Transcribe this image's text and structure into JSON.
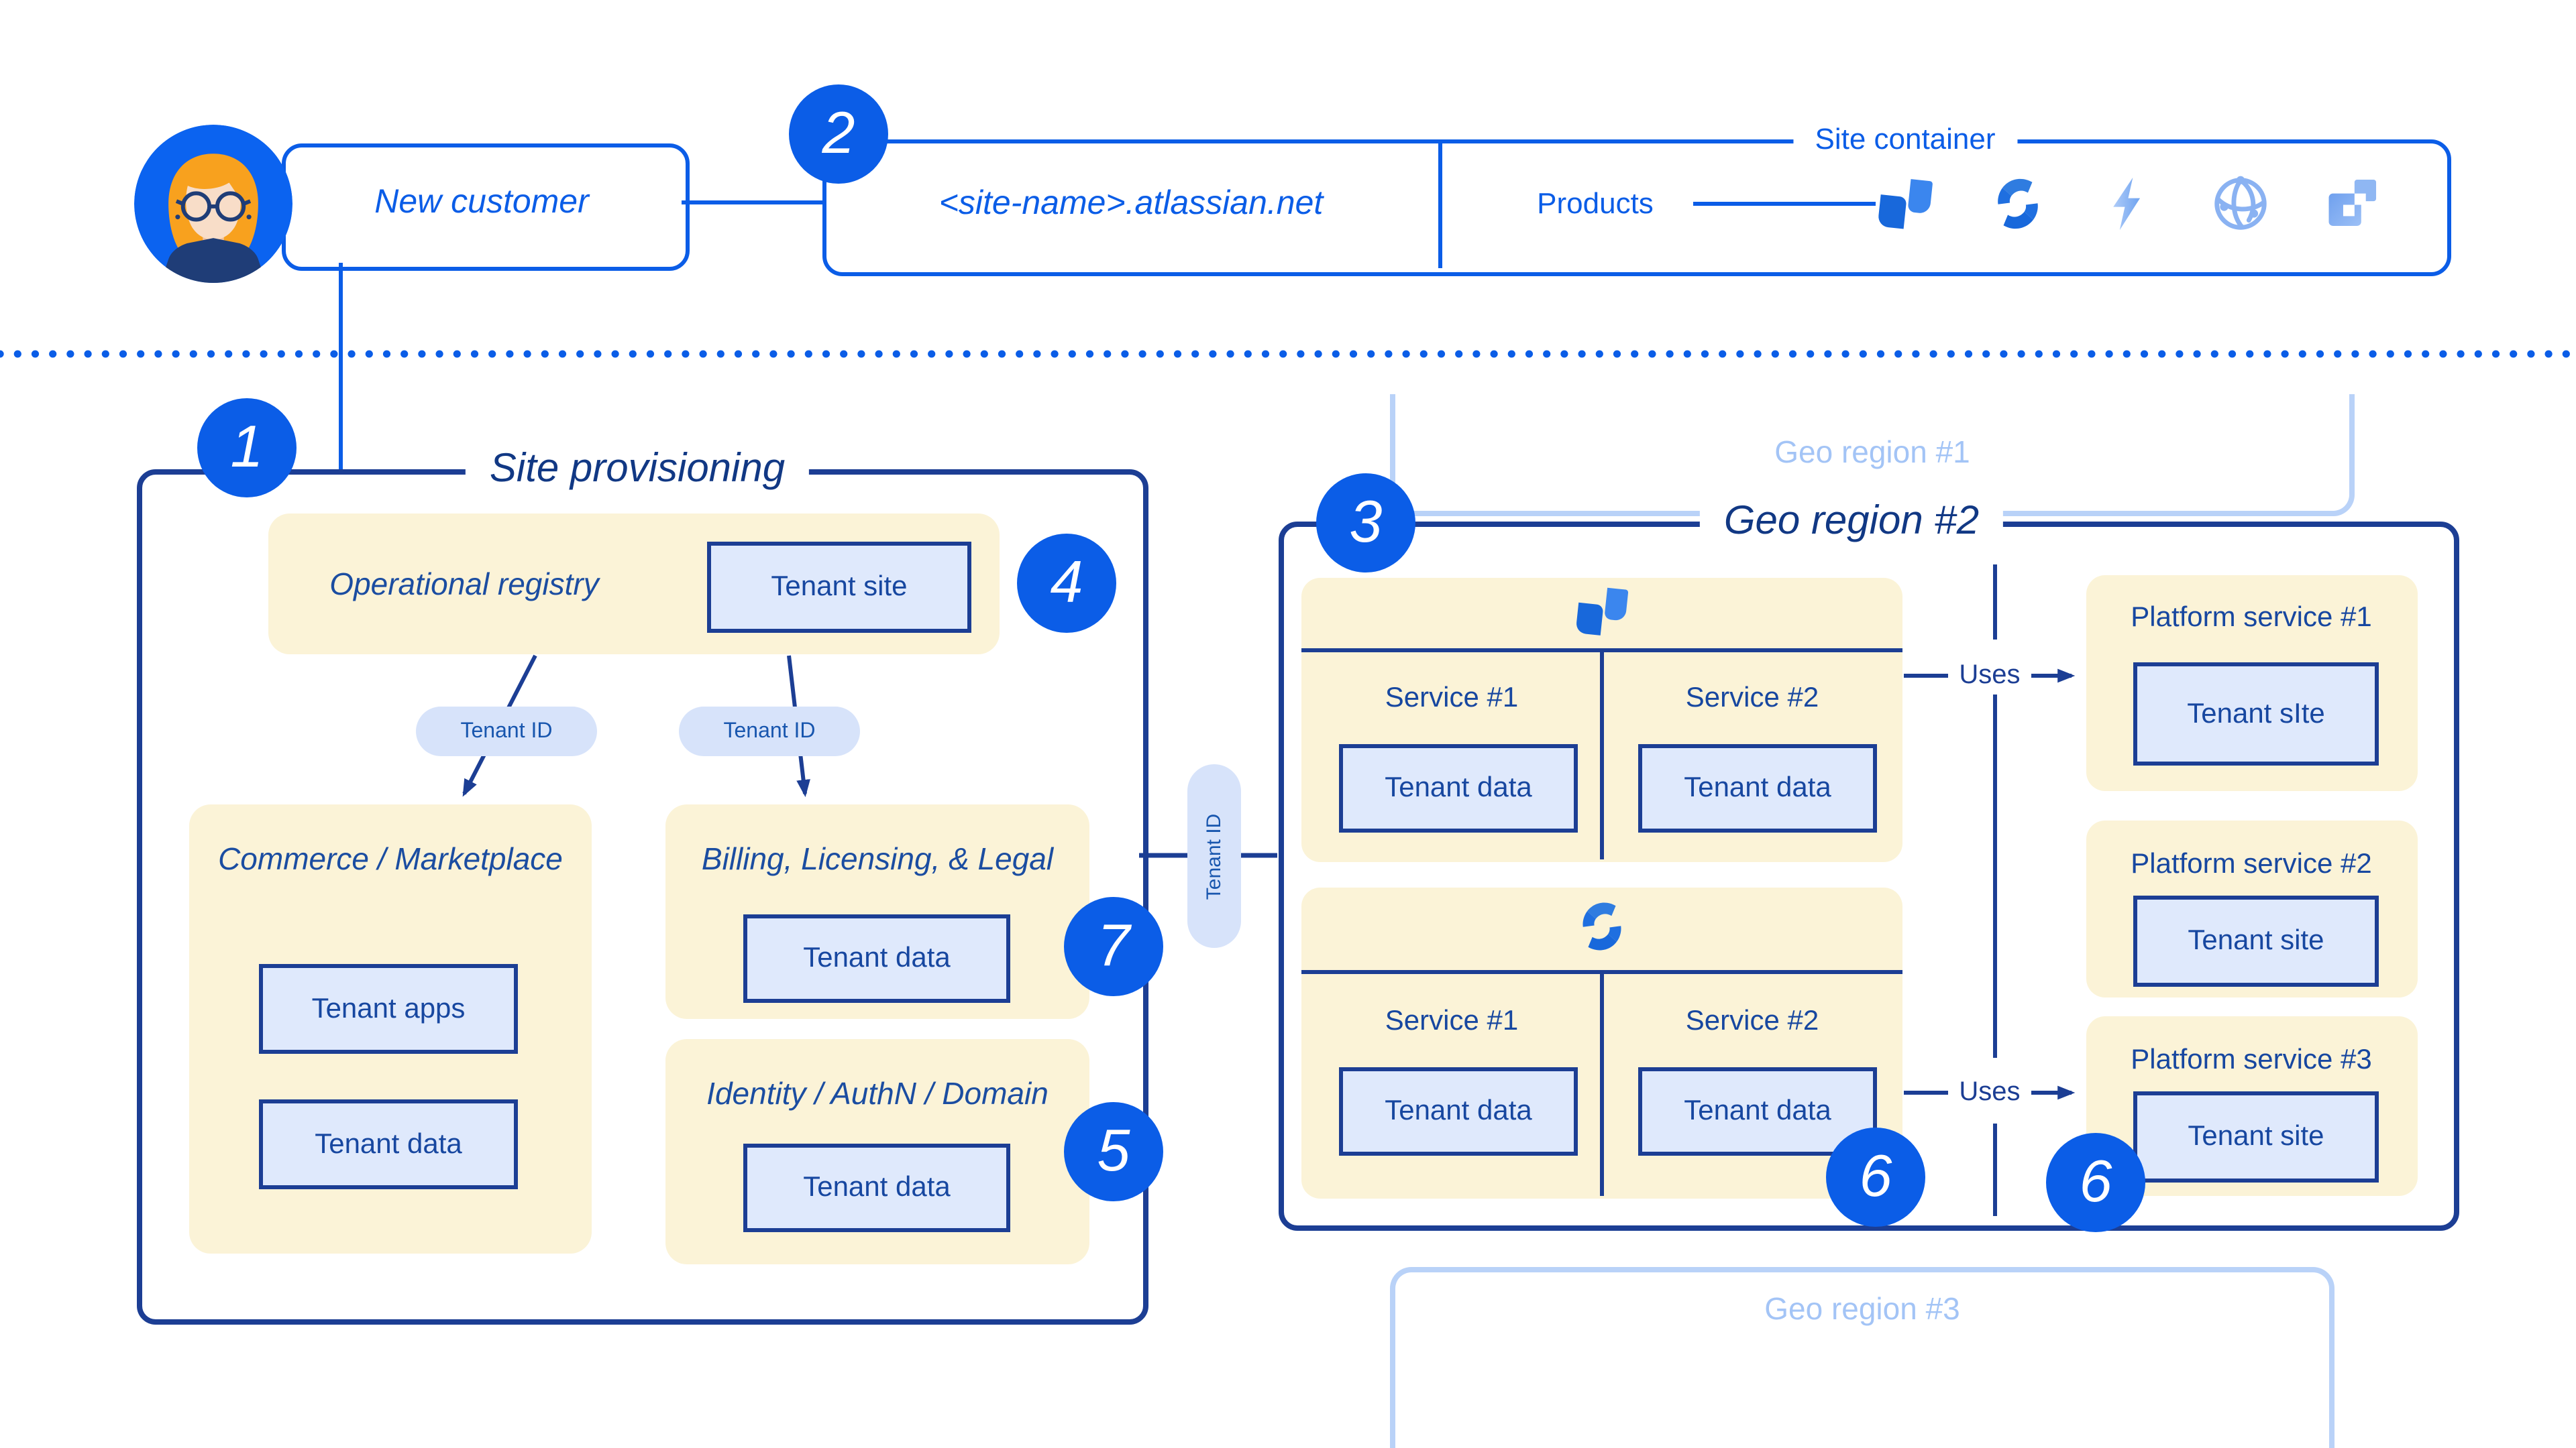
{
  "header": {
    "new_customer": "New customer",
    "badge": "2",
    "site_url": "<site-name>.atlassian.net",
    "site_container": "Site container",
    "products": "Products",
    "product_icons": [
      "jira-icon",
      "confluence-icon",
      "bolt-icon",
      "sphere-icon",
      "squares-icon"
    ]
  },
  "site_provisioning": {
    "badge": "1",
    "title": "Site provisioning",
    "registry": {
      "title": "Operational registry",
      "site_box": "Tenant site",
      "badge": "4"
    },
    "pills": [
      "Tenant ID",
      "Tenant ID"
    ],
    "commerce": {
      "title": "Commerce / Marketplace",
      "apps_box": "Tenant apps",
      "data_box": "Tenant data"
    },
    "billing": {
      "title": "Billing, Licensing, & Legal",
      "data_box": "Tenant data",
      "badge": "7"
    },
    "identity": {
      "title": "Identity / AuthN / Domain",
      "data_box": "Tenant data",
      "badge": "5"
    }
  },
  "link": {
    "tenant_id": "Tenant ID"
  },
  "regions": {
    "r1": {
      "title": "Geo region #1"
    },
    "r2": {
      "badge": "3",
      "title": "Geo region #2",
      "blocks": [
        {
          "icon": "jira-icon",
          "services": [
            {
              "name": "Service #1",
              "box": "Tenant data"
            },
            {
              "name": "Service #2",
              "box": "Tenant data"
            }
          ]
        },
        {
          "icon": "confluence-icon",
          "badge": "6",
          "services": [
            {
              "name": "Service #1",
              "box": "Tenant data"
            },
            {
              "name": "Service #2",
              "box": "Tenant data"
            }
          ]
        }
      ],
      "uses": [
        "Uses",
        "Uses"
      ],
      "platforms": [
        {
          "title": "Platform service #1",
          "box": "Tenant sIte"
        },
        {
          "title": "Platform service #2",
          "box": "Tenant site"
        },
        {
          "title": "Platform service #3",
          "box": "Tenant site",
          "badge": "6"
        }
      ]
    },
    "r3": {
      "title": "Geo region #3"
    }
  },
  "colors": {
    "accent_blue": "#0b5de7",
    "navy_line": "#1c3e94",
    "navy_text": "#1747a0",
    "cream": "#fbf3d7",
    "light_blue_fill": "#dfe9fc",
    "pill_fill": "#d7e3fa",
    "faint_border": "#b9d2f8",
    "faint_text": "#a3c4f6"
  }
}
